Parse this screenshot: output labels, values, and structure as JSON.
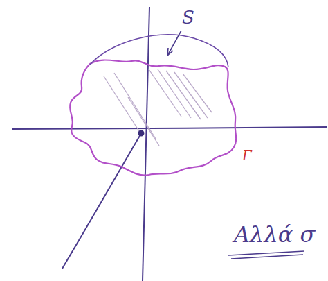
{
  "diagram": {
    "labels": [
      "S",
      "Γ",
      "Αλλά σ"
    ]
  }
}
